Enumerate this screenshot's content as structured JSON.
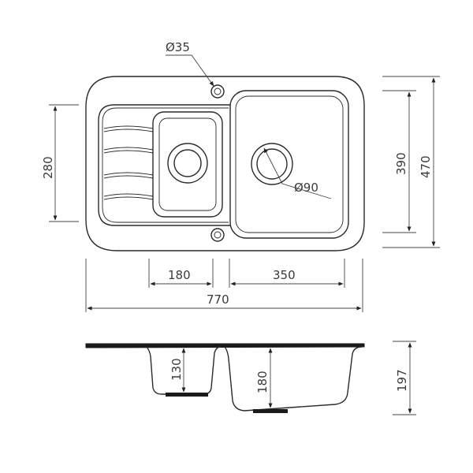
{
  "labels": {
    "tap_hole_diameter": "Ø35",
    "drain_diameter": "Ø90",
    "small_bowl_width": "180",
    "large_bowl_width": "350",
    "overall_width": "770",
    "bowl_length": "280",
    "inner_depth_large": "390",
    "overall_depth": "470",
    "small_bowl_depth": "130",
    "large_bowl_depth": "180",
    "total_height": "197"
  }
}
